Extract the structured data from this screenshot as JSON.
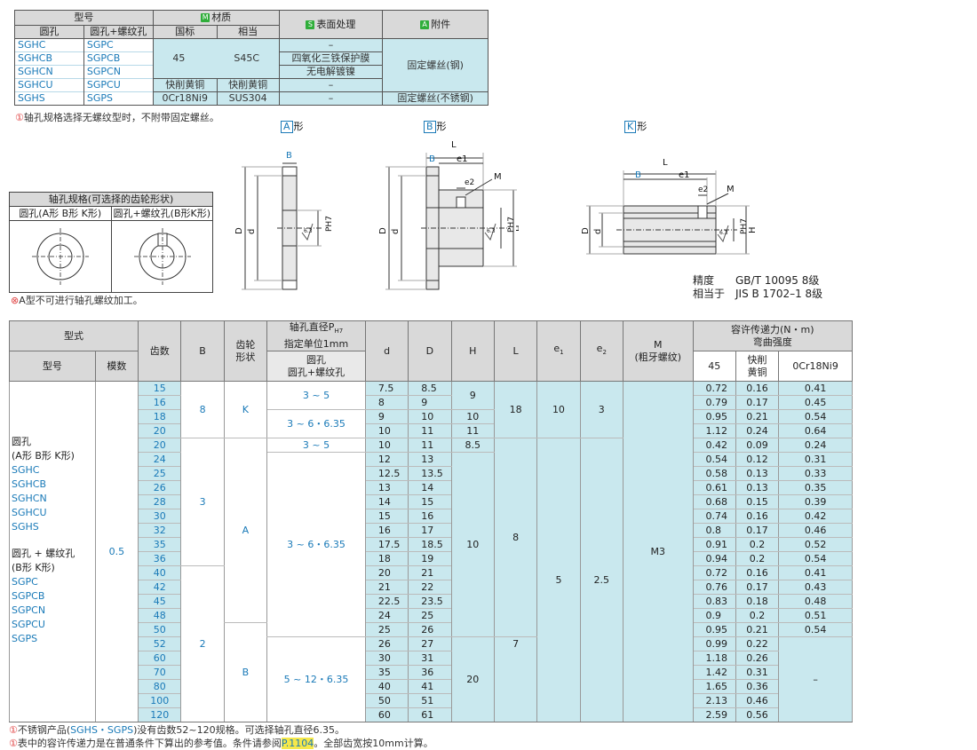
{
  "material_table": {
    "h_model": "型号",
    "h_round": "圆孔",
    "h_round_thread": "圆孔+螺纹孔",
    "h_material_badge": "M",
    "h_material": "材质",
    "h_std": "国标",
    "h_equiv": "相当",
    "h_surface_badge": "S",
    "h_surface": "表面处理",
    "h_acc_badge": "A",
    "h_acc": "附件",
    "rows": [
      {
        "round": "SGHC",
        "thread": "SGPC"
      },
      {
        "round": "SGHCB",
        "thread": "SGPCB"
      },
      {
        "round": "SGHCN",
        "thread": "SGPCN"
      },
      {
        "round": "SGHCU",
        "thread": "SGPCU"
      },
      {
        "round": "SGHS",
        "thread": "SGPS"
      }
    ],
    "std_45": "45",
    "equiv_s45c": "S45C",
    "std_free": "快削黄铜",
    "equiv_free": "快削黄铜",
    "std_ss": "0Cr18Ni9",
    "equiv_ss": "SUS304",
    "surf_dash1": "–",
    "surf_black": "四氧化三铁保护膜",
    "surf_ni": "无电解镀镍",
    "surf_dash2": "–",
    "surf_dash3": "–",
    "acc_steel": "固定螺丝(钢)",
    "acc_ss": "固定螺丝(不锈钢)"
  },
  "note_no_screw": "轴孔规格选择无螺纹型时，不附带固定螺丝。",
  "diagrams": {
    "a_letter": "A",
    "a_suffix": "形",
    "b_letter": "B",
    "b_suffix": "形",
    "k_letter": "K",
    "k_suffix": "形",
    "dim_B": "B",
    "dim_L": "L",
    "dim_e1": "e1",
    "dim_e2": "e2",
    "dim_M": "M",
    "dim_D": "D",
    "dim_d": "d",
    "dim_P": "PH7",
    "dim_H": "H",
    "rough": "6.3"
  },
  "precision": {
    "line1_label": "精度",
    "line1_value": "GB/T 10095 8级",
    "line2_label": "相当于",
    "line2_value": "JIS B 1702–1 8级"
  },
  "shaft_box": {
    "title": "轴孔规格(可选择的齿轮形状)",
    "col1": "圆孔(A形 B形 K形)",
    "col2": "圆孔+螺纹孔(B形K形)"
  },
  "note_a_type": "A型不可进行轴孔螺纹加工。",
  "main_table": {
    "h_type": "型式",
    "h_model": "型号",
    "h_module": "模数",
    "h_teeth": "齿数",
    "h_B": "B",
    "h_shape": "齿轮\n形状",
    "h_bore": "轴孔直径P",
    "h_bore_sub": "H7",
    "h_bore2": "指定单位1mm",
    "h_bore3": "圆孔",
    "h_bore4": "圆孔+螺纹孔",
    "h_d": "d",
    "h_D": "D",
    "h_H": "H",
    "h_L": "L",
    "h_e1": "e",
    "h_e1_sub": "1",
    "h_e2": "e",
    "h_e2_sub": "2",
    "h_M": "M",
    "h_M2": "(粗牙螺纹)",
    "h_torque": "容许传递力(N・m)",
    "h_torque2": "弯曲强度",
    "h_t45": "45",
    "h_tbrass": "快削\n黄铜",
    "h_tss": "0Cr18Ni9",
    "model_text": {
      "round": "圆孔",
      "round_types": "(A形 B形 K形)",
      "round_models": [
        "SGHC",
        "SGHCB",
        "SGHCN",
        "SGHCU",
        "SGHS"
      ],
      "thread": "圆孔 + 螺纹孔",
      "thread_types": "(B形 K形)",
      "thread_models": [
        "SGPC",
        "SGPCB",
        "SGPCN",
        "SGPCU",
        "SGPS"
      ]
    },
    "module": "0.5",
    "B_8": "8",
    "B_3": "3",
    "B_2": "2",
    "shape_K": "K",
    "shape_A": "A",
    "shape_B": "B",
    "bore_a": "3 ~ 5",
    "bore_b": "3 ~ 6・6.35",
    "bore_c": "3 ~ 5",
    "bore_d": "3 ~ 6・6.35",
    "bore_e": "5 ~ 12・6.35",
    "H_9": "9",
    "H_10a": "10",
    "H_11": "11",
    "H_85": "8.5",
    "H_10b": "10",
    "H_20": "20",
    "L_18": "18",
    "L_8": "8",
    "L_7": "7",
    "e1_10": "10",
    "e1_5": "5",
    "e2_3": "3",
    "e2_25": "2.5",
    "M_val": "M3",
    "ss_dash": "–",
    "rows": [
      {
        "z": "15",
        "d": "7.5",
        "D": "8.5",
        "t45": "0.72",
        "tb": "0.16",
        "ts": "0.41"
      },
      {
        "z": "16",
        "d": "8",
        "D": "9",
        "t45": "0.79",
        "tb": "0.17",
        "ts": "0.45"
      },
      {
        "z": "18",
        "d": "9",
        "D": "10",
        "t45": "0.95",
        "tb": "0.21",
        "ts": "0.54"
      },
      {
        "z": "20",
        "d": "10",
        "D": "11",
        "t45": "1.12",
        "tb": "0.24",
        "ts": "0.64"
      },
      {
        "z": "20",
        "d": "10",
        "D": "11",
        "t45": "0.42",
        "tb": "0.09",
        "ts": "0.24"
      },
      {
        "z": "24",
        "d": "12",
        "D": "13",
        "t45": "0.54",
        "tb": "0.12",
        "ts": "0.31"
      },
      {
        "z": "25",
        "d": "12.5",
        "D": "13.5",
        "t45": "0.58",
        "tb": "0.13",
        "ts": "0.33"
      },
      {
        "z": "26",
        "d": "13",
        "D": "14",
        "t45": "0.61",
        "tb": "0.13",
        "ts": "0.35"
      },
      {
        "z": "28",
        "d": "14",
        "D": "15",
        "t45": "0.68",
        "tb": "0.15",
        "ts": "0.39"
      },
      {
        "z": "30",
        "d": "15",
        "D": "16",
        "t45": "0.74",
        "tb": "0.16",
        "ts": "0.42"
      },
      {
        "z": "32",
        "d": "16",
        "D": "17",
        "t45": "0.8",
        "tb": "0.17",
        "ts": "0.46"
      },
      {
        "z": "35",
        "d": "17.5",
        "D": "18.5",
        "t45": "0.91",
        "tb": "0.2",
        "ts": "0.52"
      },
      {
        "z": "36",
        "d": "18",
        "D": "19",
        "t45": "0.94",
        "tb": "0.2",
        "ts": "0.54"
      },
      {
        "z": "40",
        "d": "20",
        "D": "21",
        "t45": "0.72",
        "tb": "0.16",
        "ts": "0.41"
      },
      {
        "z": "42",
        "d": "21",
        "D": "22",
        "t45": "0.76",
        "tb": "0.17",
        "ts": "0.43"
      },
      {
        "z": "45",
        "d": "22.5",
        "D": "23.5",
        "t45": "0.83",
        "tb": "0.18",
        "ts": "0.48"
      },
      {
        "z": "48",
        "d": "24",
        "D": "25",
        "t45": "0.9",
        "tb": "0.2",
        "ts": "0.51"
      },
      {
        "z": "50",
        "d": "25",
        "D": "26",
        "t45": "0.95",
        "tb": "0.21",
        "ts": "0.54"
      },
      {
        "z": "52",
        "d": "26",
        "D": "27",
        "t45": "0.99",
        "tb": "0.22",
        "ts": ""
      },
      {
        "z": "60",
        "d": "30",
        "D": "31",
        "t45": "1.18",
        "tb": "0.26",
        "ts": ""
      },
      {
        "z": "70",
        "d": "35",
        "D": "36",
        "t45": "1.42",
        "tb": "0.31",
        "ts": ""
      },
      {
        "z": "80",
        "d": "40",
        "D": "41",
        "t45": "1.65",
        "tb": "0.36",
        "ts": ""
      },
      {
        "z": "100",
        "d": "50",
        "D": "51",
        "t45": "2.13",
        "tb": "0.46",
        "ts": ""
      },
      {
        "z": "120",
        "d": "60",
        "D": "61",
        "t45": "2.59",
        "tb": "0.56",
        "ts": ""
      }
    ]
  },
  "footnotes": {
    "f1_pre": "不锈钢产品(",
    "f1_models": "SGHS・SGPS",
    "f1_post": ")没有齿数52~120规格。可选择轴孔直径6.35。",
    "f2_pre": "表中的容许传递力是在普通条件下算出的参考值。条件请参阅",
    "f2_link": "P.1104",
    "f2_post": "。全部齿宽按10mm计算。"
  }
}
